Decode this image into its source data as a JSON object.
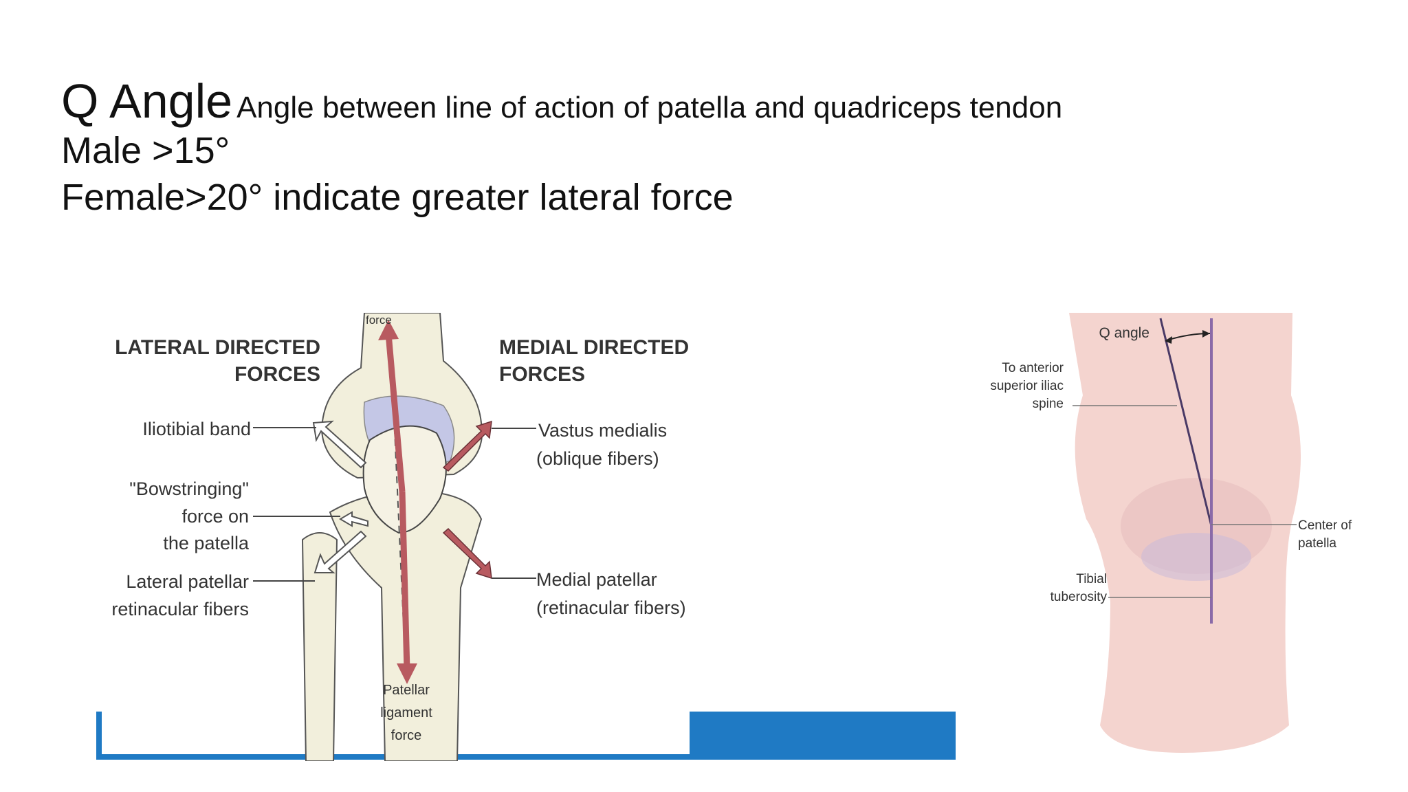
{
  "heading": {
    "title": "Q Angle",
    "definition": "Angle between line of action of patella and quadriceps tendon",
    "male": "Male >15°",
    "female": "Female>20° indicate greater lateral force"
  },
  "left_figure": {
    "top_label": "force",
    "lateral_heading_line1": "LATERAL DIRECTED",
    "lateral_heading_line2": "FORCES",
    "medial_heading_line1": "MEDIAL DIRECTED",
    "medial_heading_line2": "FORCES",
    "iliotibial": "Iliotibial band",
    "bowstring_line1": "\"Bowstringing\"",
    "bowstring_line2": "force on",
    "bowstring_line3": "the patella",
    "lat_ret_line1": "Lateral patellar",
    "lat_ret_line2": "retinacular fibers",
    "vastus_line1": "Vastus medialis",
    "vastus_line2": "(oblique fibers)",
    "med_ret_line1": "Medial patellar",
    "med_ret_line2": "(retinacular fibers)",
    "lig_line1": "Patellar",
    "lig_line2": "ligament",
    "lig_line3": "force"
  },
  "right_figure": {
    "q_angle": "Q angle",
    "asis_line1": "To anterior",
    "asis_line2": "superior iliac",
    "asis_line3": "spine",
    "center_line1": "Center of",
    "center_line2": "patella",
    "tibial_line1": "Tibial",
    "tibial_line2": "tuberosity"
  },
  "colors": {
    "blue_band": "#1f7ac4",
    "force_arrow": "#b85a60",
    "bone": "#f2efdc",
    "cartilage": "#c4c7e6",
    "skin": "#f4d4cf"
  }
}
